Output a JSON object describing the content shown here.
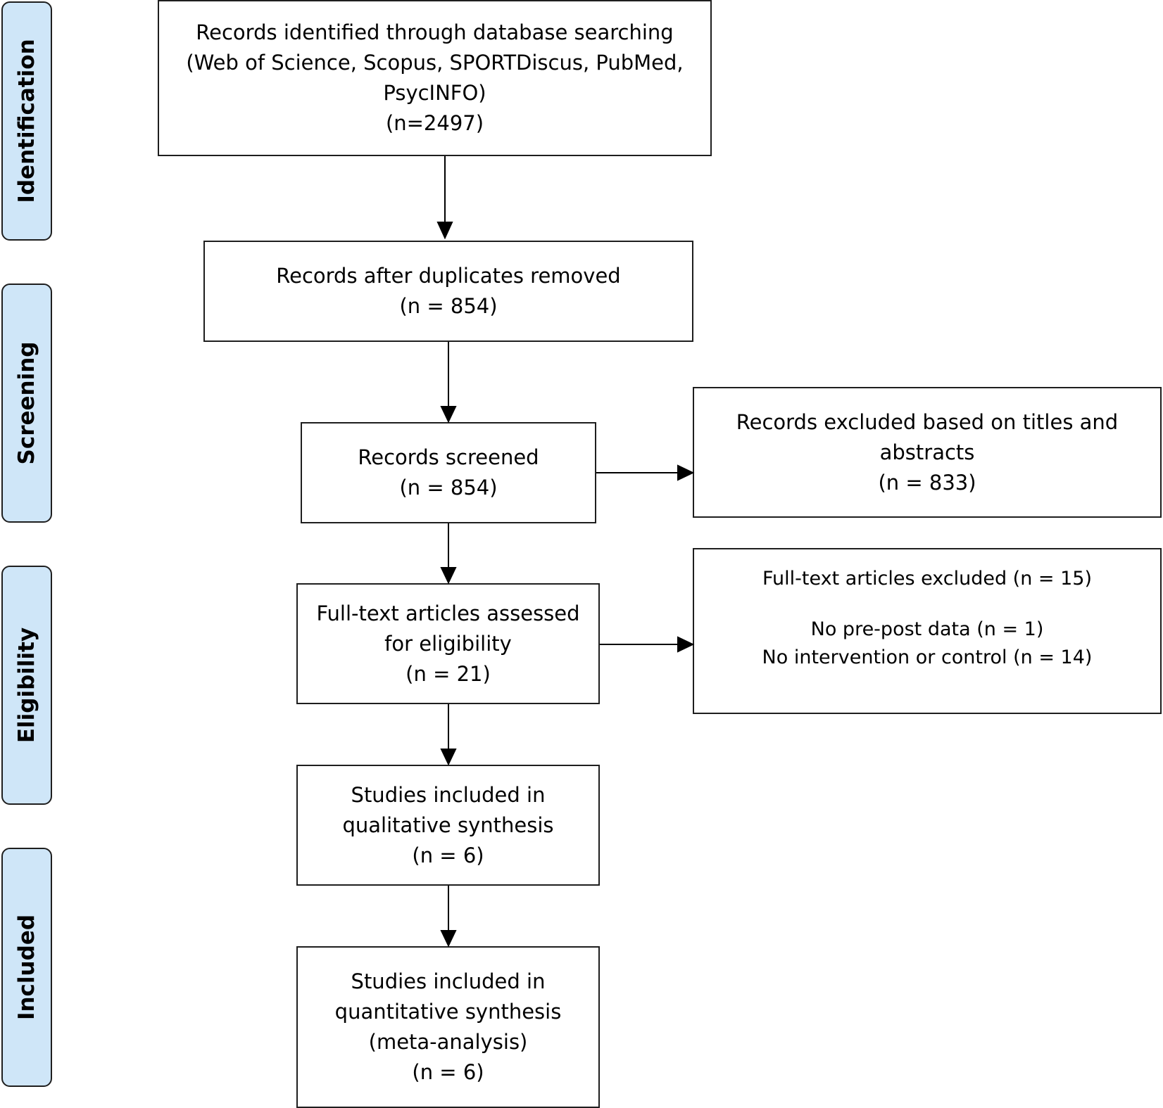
{
  "phases": [
    {
      "id": "identification",
      "label": "Identification"
    },
    {
      "id": "screening",
      "label": "Screening"
    },
    {
      "id": "eligibility",
      "label": "Eligibility"
    },
    {
      "id": "included",
      "label": "Included"
    }
  ],
  "boxes": {
    "identified": {
      "lines": [
        "Records identified through database searching",
        "(Web of Science, Scopus, SPORTDiscus, PubMed,",
        "PsycINFO)",
        "(n=2497)"
      ]
    },
    "deduplicated": {
      "lines": [
        "Records after duplicates removed",
        "(n = 854)"
      ]
    },
    "screened": {
      "lines": [
        "Records screened",
        "(n = 854)"
      ]
    },
    "excluded_titles": {
      "lines": [
        "Records excluded based on titles and",
        "abstracts",
        "(n = 833)"
      ]
    },
    "fulltext_assessed": {
      "lines": [
        "Full-text articles assessed",
        "for eligibility",
        "(n = 21)"
      ]
    },
    "fulltext_excluded": {
      "heading": "Full-text articles excluded (n = 15)",
      "reasons": [
        "No pre-post data (n = 1)",
        "No intervention or control (n = 14)"
      ]
    },
    "qualitative": {
      "lines": [
        "Studies included in",
        "qualitative synthesis",
        "(n = 6)"
      ]
    },
    "quantitative": {
      "lines": [
        "Studies included in",
        "quantitative synthesis",
        "(meta-analysis)",
        "(n = 6)"
      ]
    }
  }
}
